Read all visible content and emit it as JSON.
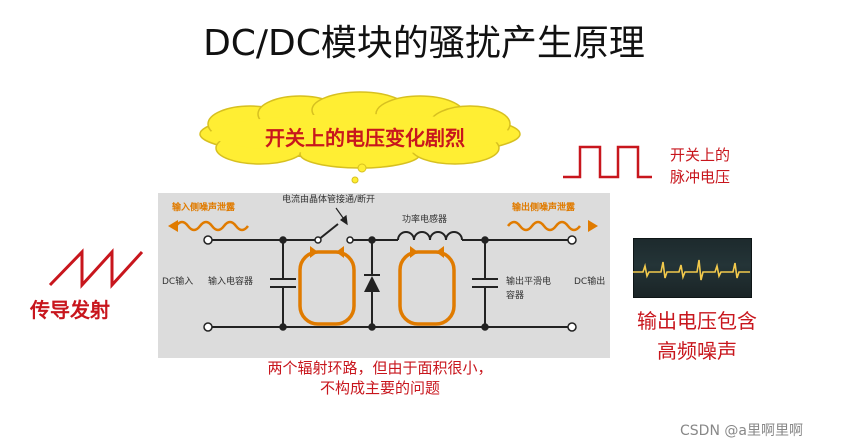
{
  "title": "DC/DC模块的骚扰产生原理",
  "cloud": {
    "text": "开关上的电压变化剧烈"
  },
  "pulse_label": {
    "line1": "开关上的",
    "line2": "脉冲电压"
  },
  "conduct_label": "传导发射",
  "output_noise_label": {
    "line1": "输出电压包含",
    "line2": "高频噪声"
  },
  "bottom_note": {
    "line1": "两个辐射环路，但由于面积很小，",
    "line2": "不构成主要的问题"
  },
  "circuit": {
    "input_leak": "输入侧噪声泄露",
    "output_leak": "输出侧噪声泄露",
    "switch_label": "电流由晶体管接通/断开",
    "inductor_label": "功率电感器",
    "dc_input": "DC输入",
    "input_cap": "输入电容器",
    "output_cap_line1": "输出平滑电",
    "output_cap_line2": "容器",
    "dc_output": "DC输出"
  },
  "watermark": "CSDN @a里啊里啊",
  "colors": {
    "red": "#c8161d",
    "orange": "#e07b00",
    "cloud_fill": "#ffee33",
    "circuit_bg": "#dcdcdc",
    "trace": "#f2c94c"
  }
}
